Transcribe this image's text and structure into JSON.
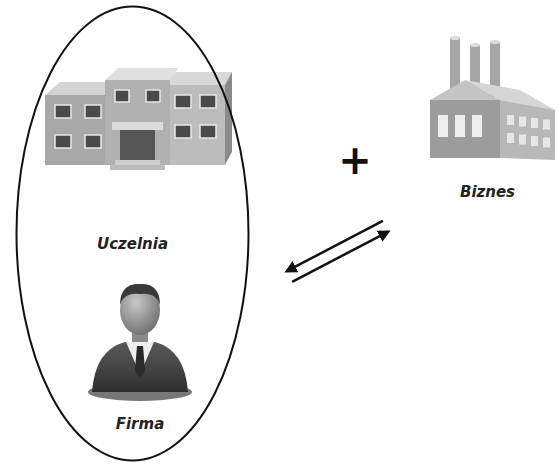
{
  "diagram": {
    "nodes": [
      {
        "text": []
      },
      {
        "text": [
          "Uczelnia"
        ],
        "in": 0
      },
      {
        "text": [
          "Firma"
        ],
        "in": 0
      },
      {
        "text": [
          "Biznes"
        ]
      }
    ],
    "edges": [
      {
        "from": 0,
        "to": 3,
        "arrow": "both"
      }
    ],
    "labels": [
      "+"
    ]
  }
}
